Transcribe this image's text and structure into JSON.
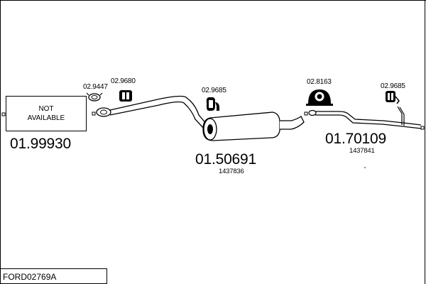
{
  "drawing_id": "FORD02769A",
  "not_available": {
    "line1": "NOT",
    "line2": "AVAILABLE"
  },
  "parts": {
    "front_pipe": {
      "number": "01.99930"
    },
    "middle_silencer": {
      "number": "01.50691",
      "oe": "1437836"
    },
    "rear_pipe": {
      "number": "01.70109",
      "oe": "1437841"
    }
  },
  "accessories": {
    "a1": "02.9447",
    "a2": "02.9680",
    "a3": "02.9685",
    "a4": "02.8163",
    "a5": "02.9685"
  },
  "colors": {
    "line": "#000000",
    "background": "#ffffff"
  }
}
